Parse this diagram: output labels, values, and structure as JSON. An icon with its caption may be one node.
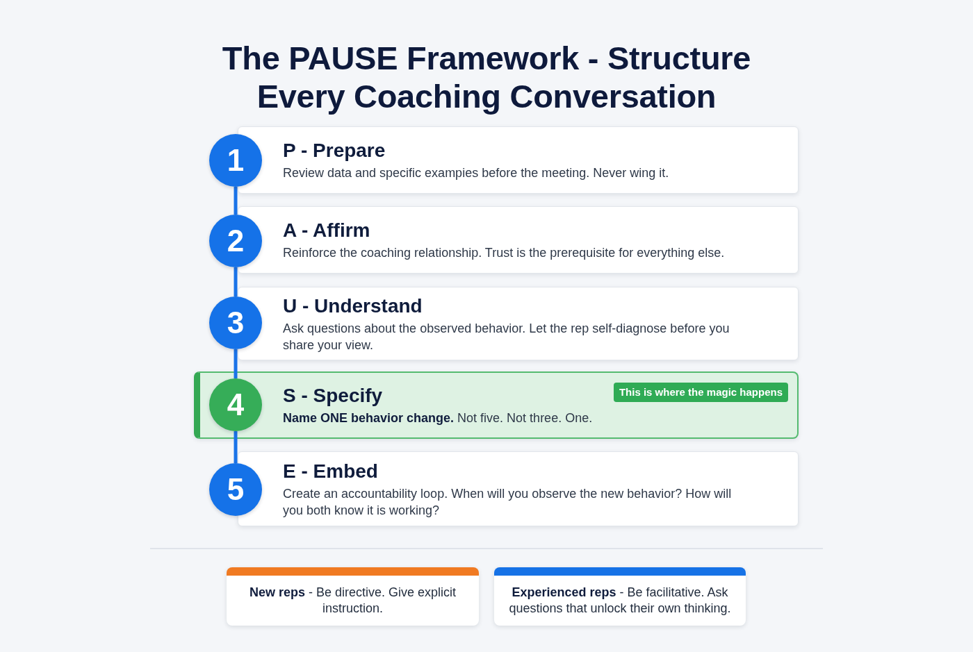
{
  "diagram": {
    "title": "The PAUSE Framework - Structure Every Coaching Conversation",
    "nodes": [
      {
        "text": [
          "P - Prepare",
          "Review data and specific exampies before the meeting. Never wing it."
        ]
      },
      {
        "text": [
          "1"
        ]
      },
      {
        "text": [
          "A - Affirm",
          "Reinforce the coaching relationship. Trust is the prerequisite for everything else."
        ]
      },
      {
        "text": [
          "2"
        ]
      },
      {
        "text": [
          "U - Understand",
          "Ask questions about the observed behavior. Let the rep self-diagnose before you share your view."
        ]
      },
      {
        "text": [
          "3"
        ]
      },
      {
        "text": [
          "S - Specify",
          "**Name ONE behavior change.** Not five. Not three. One."
        ]
      },
      {
        "text": [
          "4"
        ],
        "in": 6
      },
      {
        "text": [
          "This is where the magic happens"
        ],
        "in": 6
      },
      {
        "text": [
          "E - Embed",
          "Create an accountability loop. When will you observe the new behavior? How will you both know it is working?"
        ]
      },
      {
        "text": [
          "5"
        ]
      },
      {
        "text": [
          "**New reps** - Be directive. Give explicit instruction."
        ]
      },
      {
        "text": [
          "**Experienced reps** - Be facilitative. Ask questions that unlock their own thinking."
        ]
      }
    ],
    "edges": [
      {
        "from": 1,
        "to": 3,
        "arrow": "none"
      },
      {
        "from": 3,
        "to": 5,
        "arrow": "none"
      },
      {
        "from": 5,
        "to": 7,
        "arrow": "none"
      },
      {
        "from": 7,
        "to": 10,
        "arrow": "none"
      }
    ]
  }
}
